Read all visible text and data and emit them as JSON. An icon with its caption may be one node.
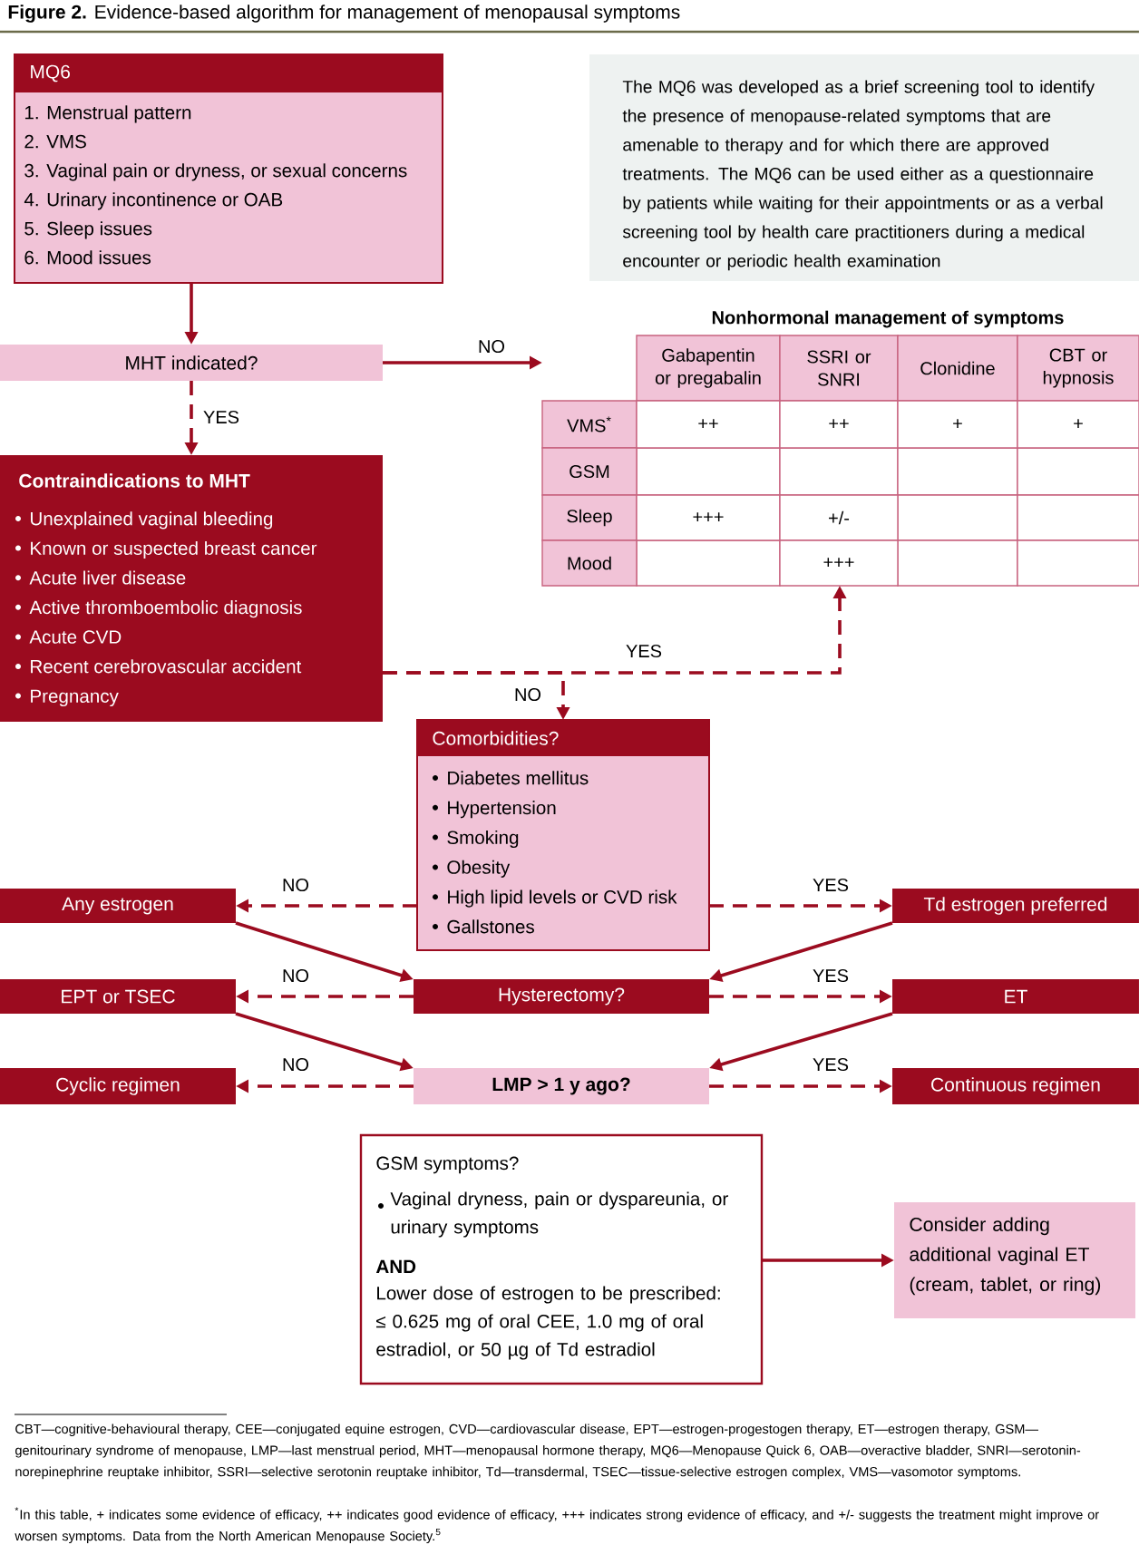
{
  "diagram": {
    "title": "**Figure 2.** Evidence-based algorithm for management of menopausal symptoms",
    "nodes": [
      {
        "text": [
          "MQ6",
          "1. Menstrual pattern",
          "2. VMS",
          "3. Vaginal pain or dryness, or sexual concerns",
          "4. Urinary incontinence or OAB",
          "5. Sleep issues",
          "6. Mood issues"
        ]
      },
      {
        "text": [
          "The MQ6 was developed as a brief screening tool to identify the presence of menopause-related symptoms that are amenable to therapy and for which there are approved treatments. The MQ6 can be used either as a questionnaire by patients while waiting for their appointments or as a verbal screening tool by health care practitioners during a medical encounter or periodic health examination"
        ]
      },
      {
        "text": [
          "MHT indicated?"
        ]
      },
      {
        "text": [
          "Nonhormonal management of symptoms"
        ]
      },
      {
        "text": [
          "Contraindications to MHT",
          "Unexplained vaginal bleeding",
          "Known or suspected breast cancer",
          "Acute liver disease",
          "Active thromboembolic diagnosis",
          "Acute CVD",
          "Recent cerebrovascular accident",
          "Pregnancy"
        ]
      },
      {
        "text": [
          "Comorbidities?",
          "Diabetes mellitus",
          "Hypertension",
          "Smoking",
          "Obesity",
          "High lipid levels or CVD risk",
          "Gallstones"
        ]
      },
      {
        "text": [
          "Any estrogen"
        ]
      },
      {
        "text": [
          "Td estrogen preferred"
        ]
      },
      {
        "text": [
          "Hysterectomy?"
        ]
      },
      {
        "text": [
          "EPT or TSEC"
        ]
      },
      {
        "text": [
          "ET"
        ]
      },
      {
        "text": [
          "LMP > 1 y ago?"
        ]
      },
      {
        "text": [
          "Cyclic regimen"
        ]
      },
      {
        "text": [
          "Continuous regimen"
        ]
      },
      {
        "text": [
          "GSM symptoms?",
          "Vaginal dryness, pain or dyspareunia, or urinary symptoms",
          "AND",
          "Lower dose of estrogen to be prescribed: ≤ 0.625 mg of oral CEE, 1.0 mg of oral estradiol, or 50 µg of Td estradiol"
        ]
      },
      {
        "text": [
          "Consider adding additional vaginal ET (cream, tablet, or ring)"
        ]
      }
    ],
    "edges": [
      {
        "from": 0,
        "to": 2,
        "arrow": "to"
      },
      {
        "from": 2,
        "to": 3,
        "arrow": "to",
        "label": "NO"
      },
      {
        "from": 2,
        "to": 4,
        "arrow": "to",
        "label": "YES",
        "style": "dashed"
      },
      {
        "from": 4,
        "to": 3,
        "arrow": "to",
        "label": "YES",
        "style": "dashed"
      },
      {
        "from": 4,
        "to": 5,
        "arrow": "to",
        "label": "NO",
        "style": "dashed"
      },
      {
        "from": 5,
        "to": 6,
        "arrow": "to",
        "label": "NO",
        "style": "dashed"
      },
      {
        "from": 5,
        "to": 7,
        "arrow": "to",
        "label": "YES",
        "style": "dashed"
      },
      {
        "from": 6,
        "to": 8,
        "arrow": "to"
      },
      {
        "from": 7,
        "to": 8,
        "arrow": "to"
      },
      {
        "from": 8,
        "to": 9,
        "arrow": "to",
        "label": "NO",
        "style": "dashed"
      },
      {
        "from": 8,
        "to": 10,
        "arrow": "to",
        "label": "YES",
        "style": "dashed"
      },
      {
        "from": 9,
        "to": 11,
        "arrow": "to"
      },
      {
        "from": 10,
        "to": 11,
        "arrow": "to"
      },
      {
        "from": 11,
        "to": 12,
        "arrow": "to",
        "label": "NO",
        "style": "dashed"
      },
      {
        "from": 11,
        "to": 13,
        "arrow": "to",
        "label": "YES",
        "style": "dashed"
      },
      {
        "from": 14,
        "to": 15,
        "arrow": "to"
      }
    ],
    "labels": [
      "Gabapentin or pregabalin",
      "SSRI or SNRI",
      "Clonidine",
      "CBT or hypnosis",
      "VMS$^{*}$",
      "++",
      "++",
      "+",
      "+",
      "GSM",
      "Sleep",
      "+++",
      "+/-",
      "Mood",
      "+++",
      "CBT—cognitive-behavioural therapy, CEE—conjugated equine estrogen, CVD—cardiovascular disease, EPT—estrogen-progestogen therapy, ET—estrogen therapy, GSM—genitourinary syndrome of menopause, LMP—last menstrual period, MHT—menopausal hormone therapy, MQ6—Menopause Quick 6, OAB—overactive bladder, SNRI—serotonin-norepinephrine reuptake inhibitor, SSRI—selective serotonin reuptake inhibitor, Td—transdermal, TSEC—tissue-selective estrogen complex, VMS—vasomotor symptoms.",
      "$^{*}$In this table, + indicates some evidence of efficacy, ++ indicates good evidence of efficacy, +++ indicates strong evidence of efficacy, and +/- suggests the treatment might improve or worsen symptoms. Data from the North American Menopause Society.$^{5}$"
    ]
  }
}
